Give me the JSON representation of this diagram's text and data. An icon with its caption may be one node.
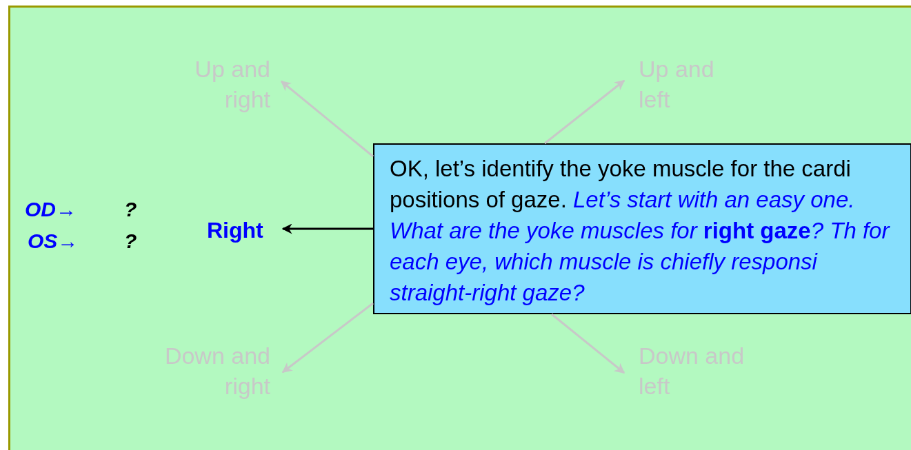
{
  "diagram": {
    "nodes": [
      {
        "text": [],
        "shape": "box"
      },
      {
        "text": [
          "Up and right"
        ],
        "in": 0
      },
      {
        "text": [
          "Up and left"
        ],
        "in": 0
      },
      {
        "text": [
          "OK, let’s identify the yoke muscle for the cardi positions of gaze.",
          "Let’s start with an easy one. What are the yoke muscles for **right gaze**? Th for each eye, which muscle is chiefly responsi straight-right gaze?"
        ],
        "in": 0
      },
      {
        "text": [
          "Right"
        ],
        "in": 0
      },
      {
        "text": [
          "Down and right"
        ],
        "in": 0
      },
      {
        "text": [
          "Down and left"
        ],
        "in": 0
      }
    ],
    "edges": [
      {
        "from": 3,
        "to": 1,
        "arrow": "to"
      },
      {
        "from": 3,
        "to": 2,
        "arrow": "to"
      },
      {
        "from": 3,
        "to": 4,
        "arrow": "to",
        "color": "#000000"
      },
      {
        "from": 3,
        "to": 5,
        "arrow": "to"
      },
      {
        "from": 3,
        "to": 6,
        "arrow": "to"
      }
    ],
    "labels": [
      "OD→",
      "?",
      "OS→",
      "?"
    ]
  }
}
